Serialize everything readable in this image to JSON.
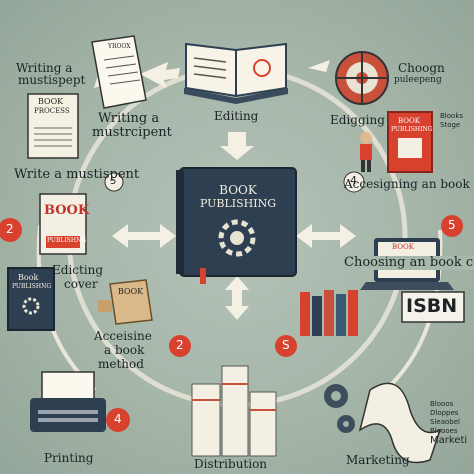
{
  "labels": {
    "writing_top": "Writing a",
    "writing_top2": "mustispept",
    "writing_mid": "Writing a",
    "writing_mid2": "mustrcipent",
    "write_left": "Write a mustispent",
    "editing_top": "Editing",
    "edigging": "Edigging",
    "choogn": "Choogn",
    "pulreping": "puleepeng",
    "accesigning": "Accesigning an book cov",
    "editing_cover1": "Edicting",
    "editing_cover2": "cover",
    "choosing": "Choosing an book co",
    "acceisine1": "Acceisine",
    "acceisine2": "a book",
    "acceisine3": "method",
    "isbn": "ISBN",
    "printing": "Printing",
    "distribution": "Distribution",
    "marketing": "Marketing"
  },
  "book_texts": {
    "center1": "BOOK",
    "center2": "PUBLISHING",
    "process1": "BOOK",
    "process2": "PROCESS",
    "cover1": "BOOK",
    "cover2": "PUBLISHNG",
    "dark1": "Book",
    "dark2": "PUBLISHNG",
    "red1": "BOOK",
    "red2": "PUBLISHING",
    "box": "BOOK",
    "laptop": "BOOK",
    "paper": "YROOX"
  },
  "badges": {
    "b_left": "2",
    "b_left2": "5",
    "b_right": "4",
    "b_right2": "5",
    "b_print": "4",
    "b_mid": "2",
    "b_dist": "S"
  },
  "right_edge": [
    "Blooks",
    "Stoge",
    "Blooos",
    "Dloppes",
    "Sleaobel",
    "Bloooes",
    "Marketi"
  ],
  "colors": {
    "accent_red": "#d9412f",
    "dark_book": "#2f3f52",
    "arrow": "#f4f0e4"
  }
}
